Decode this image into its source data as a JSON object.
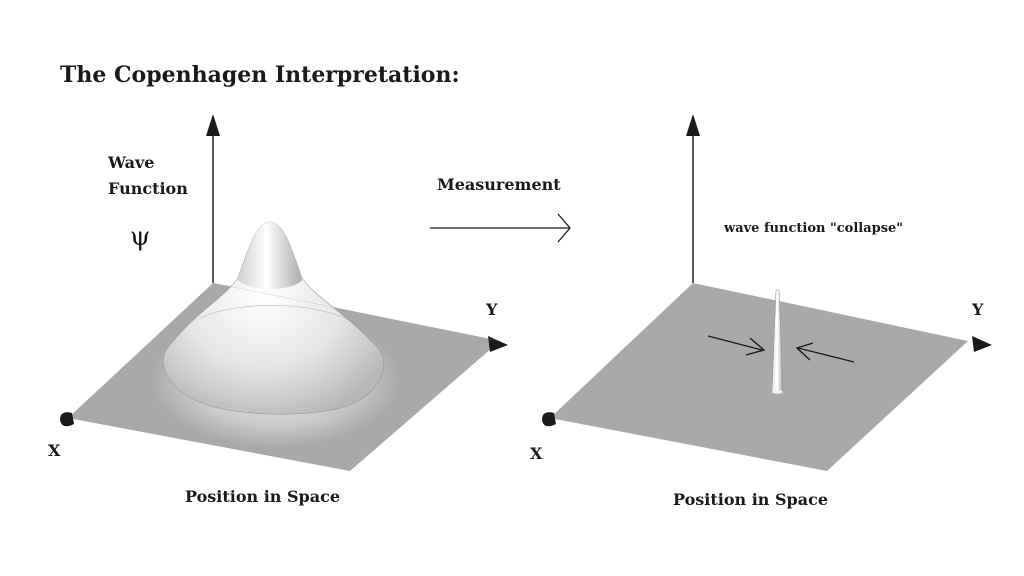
{
  "title": "The Copenhagen Interpretation:",
  "left_panel": {
    "wave_label_line1": "Wave",
    "wave_label_line2": "Function",
    "psi_symbol": "ψ",
    "x_axis_label": "X",
    "y_axis_label": "Y",
    "caption": "Position in Space"
  },
  "transition": {
    "label": "Measurement"
  },
  "right_panel": {
    "collapse_label": "wave function \"collapse\"",
    "x_axis_label": "X",
    "y_axis_label": "Y",
    "caption": "Position in Space"
  },
  "colors": {
    "plane": "#a9a9a9",
    "ink": "#1a1a1a",
    "surface_highlight": "#ffffff"
  }
}
